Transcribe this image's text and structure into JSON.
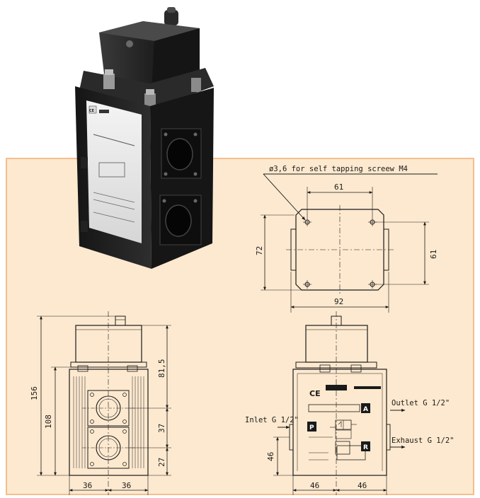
{
  "colors": {
    "panel_fill": "#fde9cf",
    "panel_border": "#f0a868",
    "line": "#1a1a1a",
    "valve_body": "#1c1c1c"
  },
  "icons": {
    "product_photo": "valve-photo-icon",
    "ce_mark": "ce-mark-icon",
    "brand_logo": "brand-logo-icon"
  },
  "top_view": {
    "hole_note": "ø3,6 for self tapping screew M4",
    "dim_top": "61",
    "dim_left": "72",
    "dim_right": "61",
    "dim_bottom": "92"
  },
  "front_view": {
    "dim_total_height": "156",
    "dim_body_height": "108",
    "dim_upper": "81,5",
    "dim_middle": "37",
    "dim_lower": "27",
    "dim_width_left": "36",
    "dim_width_right": "36"
  },
  "side_view": {
    "port_inlet": "Inlet G 1/2\"",
    "port_outlet": "Outlet G 1/2\"",
    "port_exhaust": "Exhaust G 1/2\"",
    "port_p": "P",
    "port_a": "A",
    "port_r": "R",
    "ce_mark": "CE",
    "dim_height": "46",
    "dim_width_left": "46",
    "dim_width_right": "46"
  }
}
